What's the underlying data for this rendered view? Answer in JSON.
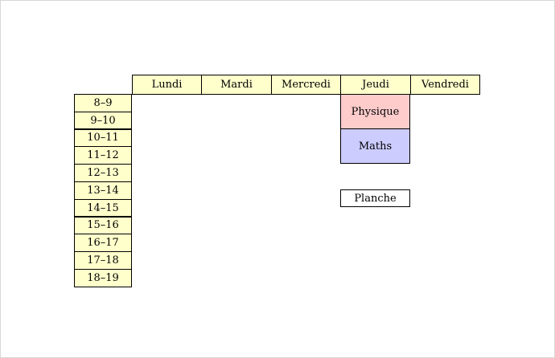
{
  "days": [
    "Lundi",
    "Mardi",
    "Mercredi",
    "Jeudi",
    "Vendredi"
  ],
  "slots": [
    "8–9",
    "9–10",
    "10–11",
    "11–12",
    "12–13",
    "13–14",
    "14–15",
    "15–16",
    "16–17",
    "17–18",
    "18–19"
  ],
  "events": {
    "physique": "Physique",
    "maths": "Maths",
    "planche": "Planche"
  },
  "colors": {
    "header": "#ffffcc",
    "physique": "#ffcccc",
    "maths": "#ccccff",
    "planche": "#ffffff"
  }
}
